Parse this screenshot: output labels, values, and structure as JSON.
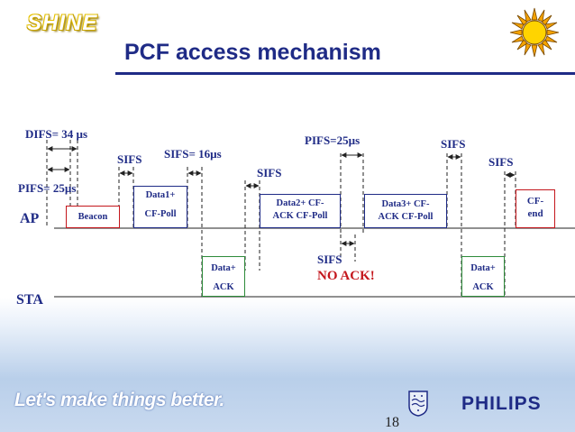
{
  "header": {
    "logo_text": "SHINE",
    "title": "PCF access mechanism"
  },
  "diagram": {
    "ap_label": "AP",
    "sta_label": "STA",
    "annotations": {
      "difs": "DIFS= 34 µs",
      "pifs_left": "PIFS= 25µs",
      "sifs_1": "SIFS",
      "sifs_16": "SIFS= 16µs",
      "sifs_2": "SIFS",
      "pifs_mid": "PIFS=25µs",
      "sifs_3": "SIFS",
      "sifs_4": "SIFS",
      "sifs_noack": "SIFS",
      "no_ack": "NO ACK!"
    },
    "ap_frames": {
      "beacon": "Beacon",
      "data1_line1": "Data1+",
      "data1_line2": "CF-Poll",
      "data2_line1": "Data2+ CF-",
      "data2_line2": "ACK CF-Poll",
      "data3_line1": "Data3+ CF-",
      "data3_line2": "ACK CF-Poll",
      "cfend_line1": "CF-",
      "cfend_line2": "end"
    },
    "sta_frames": {
      "ack1_line1": "Data+",
      "ack1_line2": "ACK",
      "ack2_line1": "Data+",
      "ack2_line2": "ACK"
    },
    "colors": {
      "text": "#1f2b86",
      "red_frame": "#c4161c",
      "blue_frame": "#1f2b86",
      "green_frame": "#2e8b3a",
      "no_ack": "#c4161c"
    }
  },
  "footer": {
    "tagline": "Let's make things better.",
    "brand": "PHILIPS",
    "page_number": "18"
  }
}
